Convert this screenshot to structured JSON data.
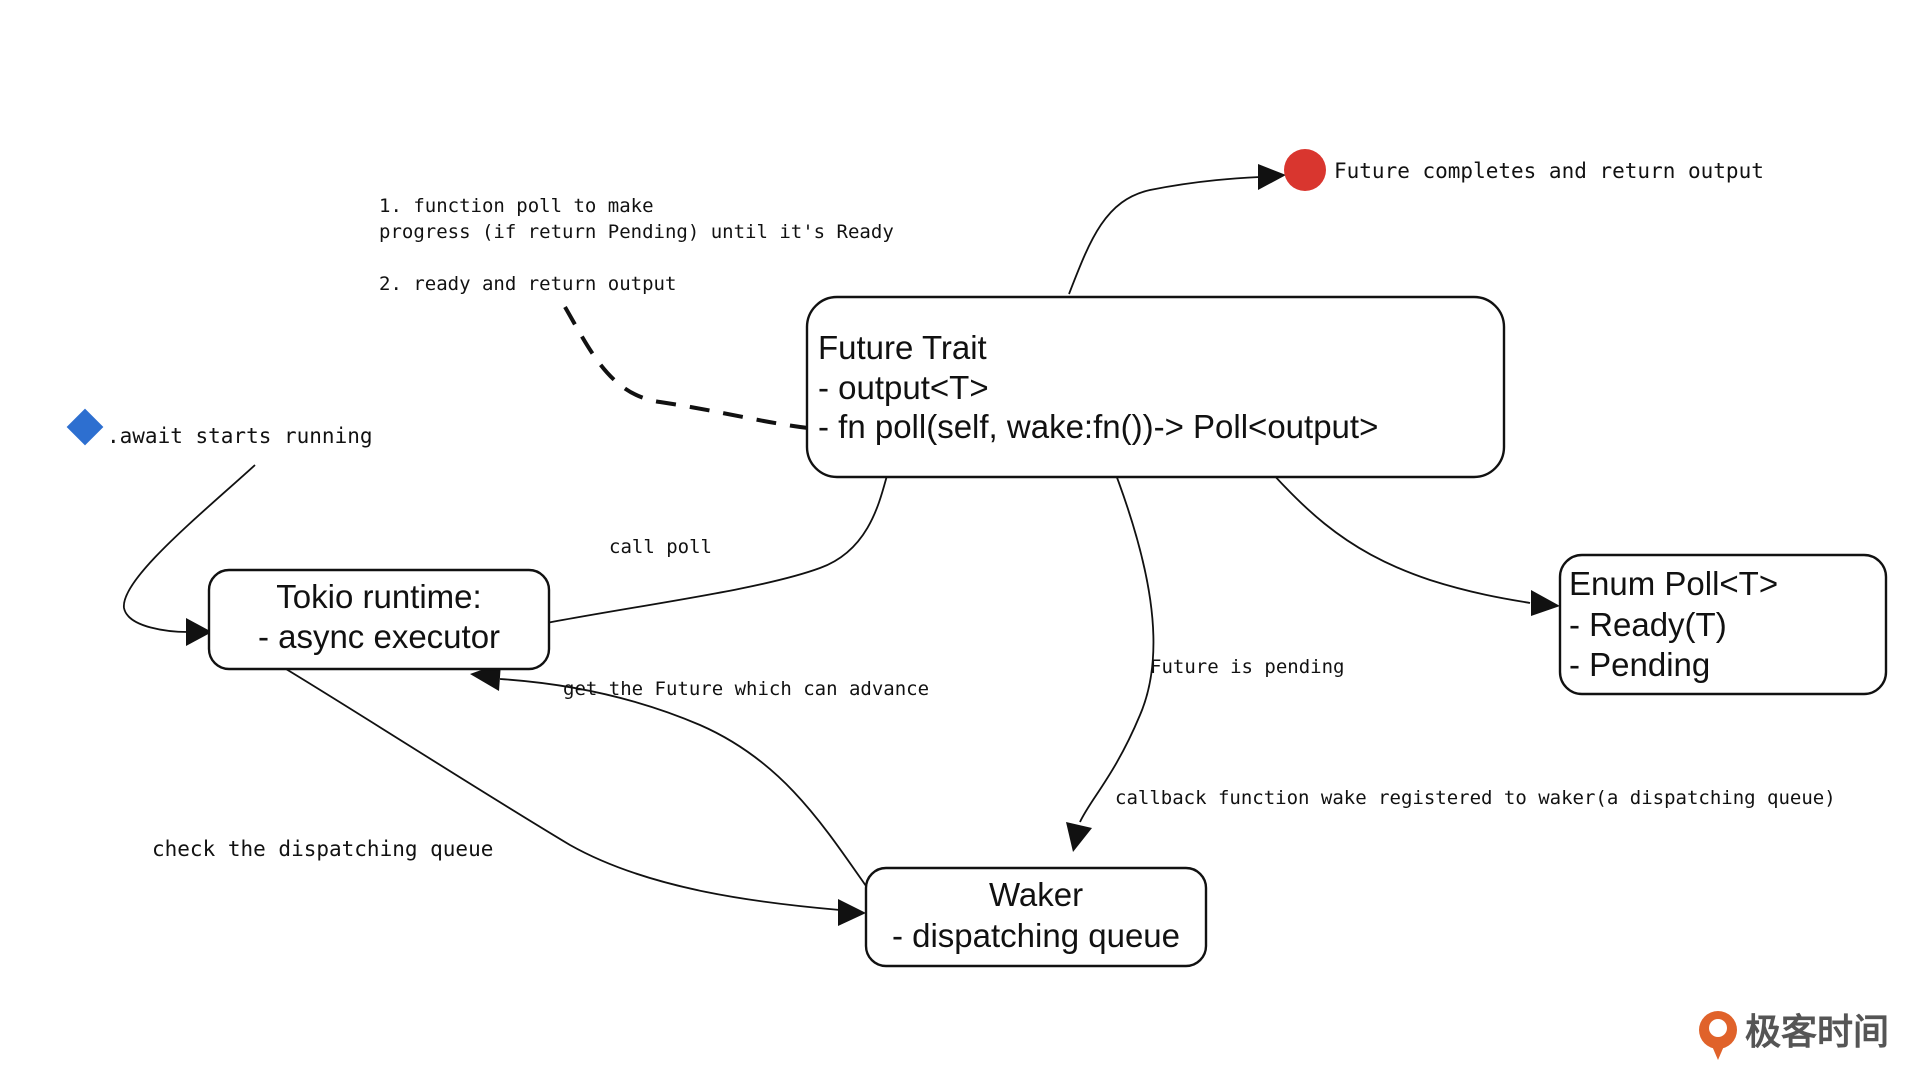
{
  "colors": {
    "start_marker": "#2d6fd0",
    "end_marker": "#d9362f",
    "stroke": "#111111",
    "logo": "#e0622a"
  },
  "nodes": {
    "future_trait": {
      "lines": [
        "Future Trait",
        "- output<T>",
        "- fn poll(self, wake:fn())-> Poll<output>"
      ]
    },
    "tokio_runtime": {
      "lines": [
        "Tokio runtime:",
        "- async executor"
      ]
    },
    "waker": {
      "lines": [
        "Waker",
        "- dispatching queue"
      ]
    },
    "enum_poll": {
      "lines": [
        "Enum Poll<T>",
        "- Ready(T)",
        "- Pending"
      ]
    }
  },
  "labels": {
    "start": ".await starts running",
    "end": "Future completes and return output",
    "note_line1": "1. function poll to make",
    "note_line2": "progress (if return Pending) until it's Ready",
    "note_line3": "2. ready and return output",
    "call_poll": "call poll",
    "get_future": "get the Future which can advance",
    "future_pending": "Future is pending",
    "callback": "callback function wake registered to waker(a dispatching queue)",
    "check_queue": "check the dispatching queue"
  },
  "logo": {
    "icon": "geektime-logo-icon",
    "text": "极客时间"
  }
}
